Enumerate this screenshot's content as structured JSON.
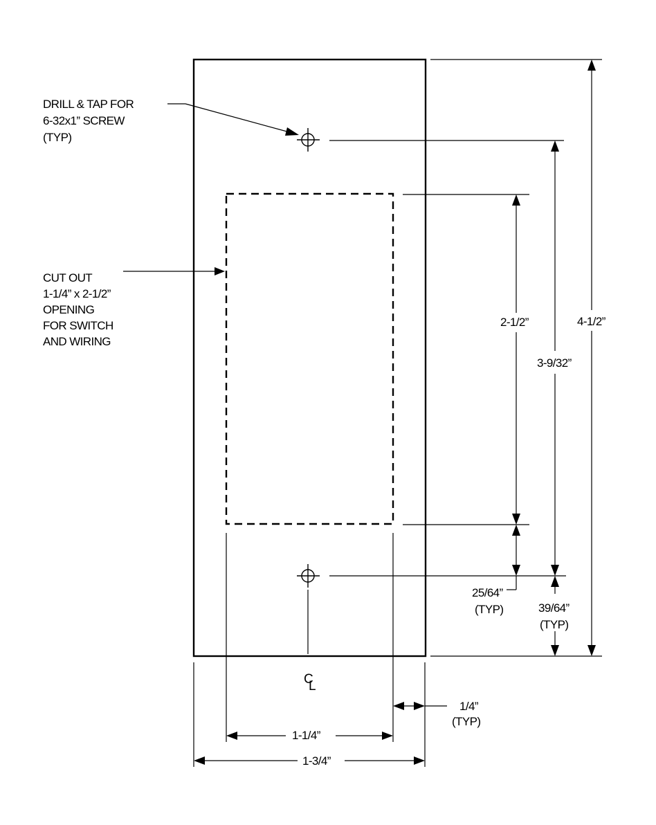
{
  "notes": {
    "drill": [
      "DRILL & TAP FOR",
      "6-32x1” SCREW",
      "(TYP)"
    ],
    "cutout": [
      "CUT OUT",
      "1-1/4” x  2-1/2”",
      "OPENING",
      "FOR SWITCH",
      "AND WIRING"
    ]
  },
  "dimensions": {
    "overall_height": "4-1/2”",
    "hole_spacing": "3-9/32”",
    "opening_height": "2-1/2”",
    "opening_to_hole": "25/64”",
    "opening_to_hole_note": "(TYP)",
    "hole_to_edge": "39/64”",
    "hole_to_edge_note": "(TYP)",
    "side_margin": "1/4”",
    "side_margin_note": "(TYP)",
    "opening_width": "1-1/4”",
    "overall_width": "1-3/4”"
  },
  "centerline": {
    "c": "C",
    "l": "L"
  }
}
